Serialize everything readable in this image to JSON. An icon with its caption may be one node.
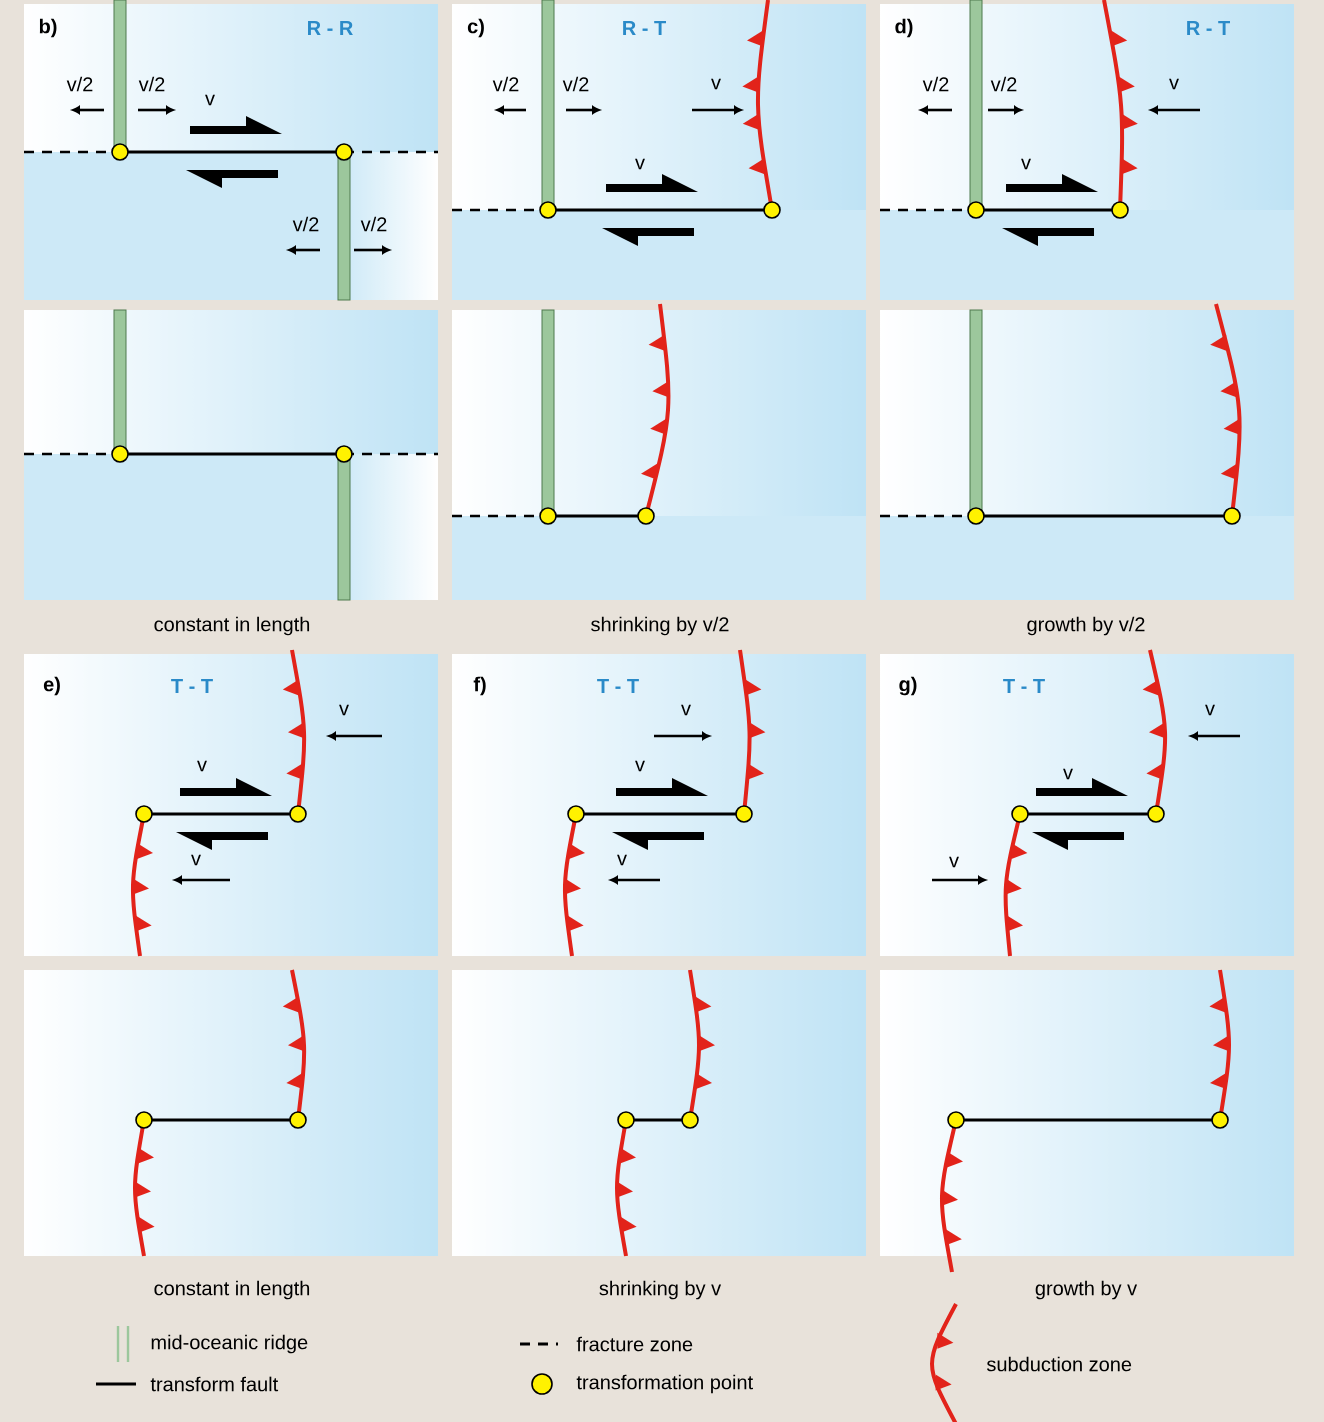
{
  "diagram": {
    "labels": [
      "b)",
      "R - R",
      "v/2",
      "v/2",
      "v",
      "v/2",
      "v/2",
      "c)",
      "R - T",
      "v/2",
      "v/2",
      "v",
      "v",
      "d)",
      "R - T",
      "v/2",
      "v/2",
      "v",
      "v",
      "constant in length",
      "shrinking by v/2",
      "growth by v/2",
      "e)",
      "T - T",
      "v",
      "v",
      "v",
      "f)",
      "T - T",
      "v",
      "v",
      "v",
      "g)",
      "T - T",
      "v",
      "v",
      "v",
      "constant in length",
      "shrinking by v",
      "growth by v"
    ],
    "legend": [
      {
        "text": "mid-oceanic ridge"
      },
      {
        "text": "transform fault"
      },
      {
        "text": "fracture zone"
      },
      {
        "text": "transformation point"
      },
      {
        "text": "subduction zone"
      }
    ]
  }
}
